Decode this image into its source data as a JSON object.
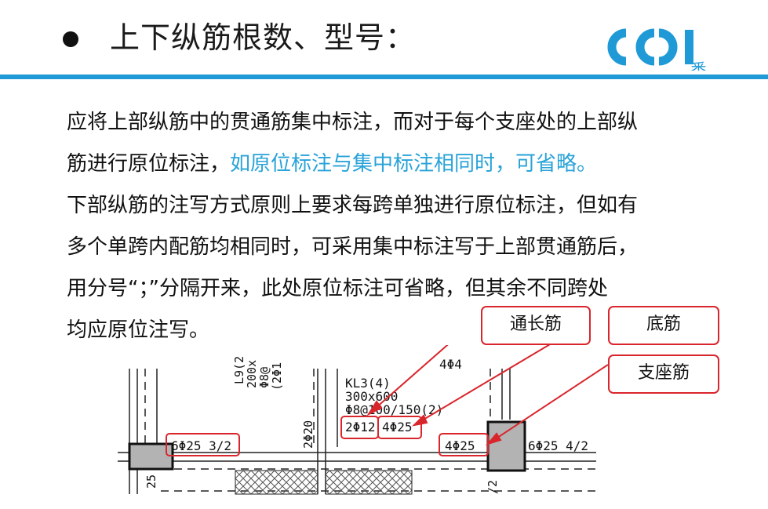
{
  "header": {
    "title": "上下纵筋根数、型号：",
    "logo_text": "悉地",
    "accent_color": "#1f9ad6"
  },
  "content": {
    "p1_line1": "应将上部纵筋中的贯通筋集中标注，而对于每个支座处的上部纵",
    "p1_line2_a": "筋进行原位标注，",
    "p1_line2_b": "如原位标注与集中标注相同时，可省略。",
    "p2_line1": "下部纵筋的注写方式原则上要求每跨单独进行原位标注，但如有",
    "p2_line2": "多个单跨内配筋均相同时，可采用集中标注写于上部贯通筋后，",
    "p2_line3": "用分号“；”分隔开来，此处原位标注可省略，但其余不同跨处",
    "p2_line4": "均应原位注写。",
    "highlight_color": "#29a3d8"
  },
  "callouts": {
    "through_bar": "通长筋",
    "bottom_bar": "底筋",
    "support_bar": "支座筋",
    "color": "#d9262c"
  },
  "drawing": {
    "beam_name": "KL3(4)",
    "beam_size": "300x600",
    "stirrup": "Φ8@100/150(2)",
    "through_bottom_a": "2Φ12",
    "through_bottom_b": "4Φ25",
    "left_support": "6Φ25 3/2",
    "mid_support": "4Φ25",
    "right_support": "6Φ25 4/2",
    "left_beam_1": "L9(2",
    "left_beam_2": "200x",
    "left_beam_3": "Φ8@",
    "left_beam_4": "(2Φ1",
    "vertical_1": "2Φ20",
    "vertical_2": "25",
    "vertical_3": "/2",
    "top_cut": "4Φ4"
  }
}
